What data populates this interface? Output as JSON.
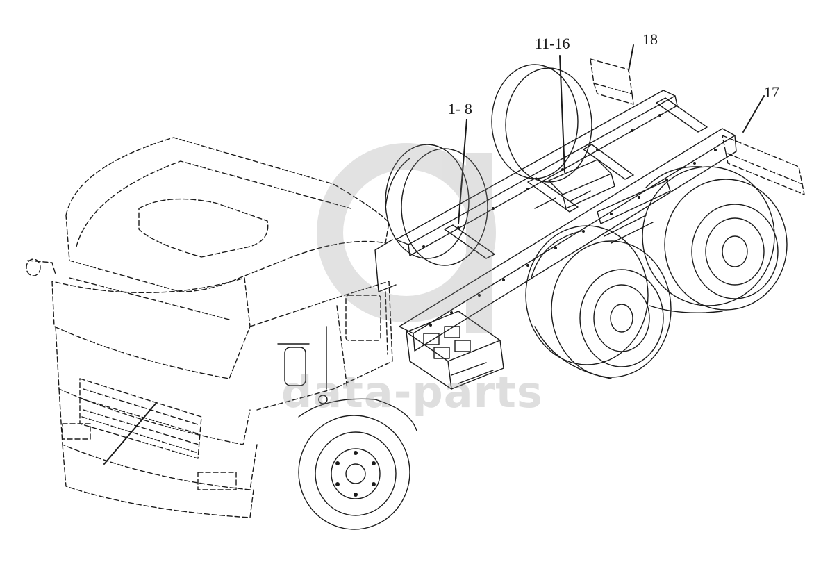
{
  "callouts": {
    "c1_8": "1- 8",
    "c11_16": "11-16",
    "c17": "17",
    "c18": "18"
  },
  "watermark": {
    "text": "data-parts",
    "color": "#8a8a8a"
  },
  "colors": {
    "line": "#1a1a1a",
    "background": "#ffffff"
  }
}
